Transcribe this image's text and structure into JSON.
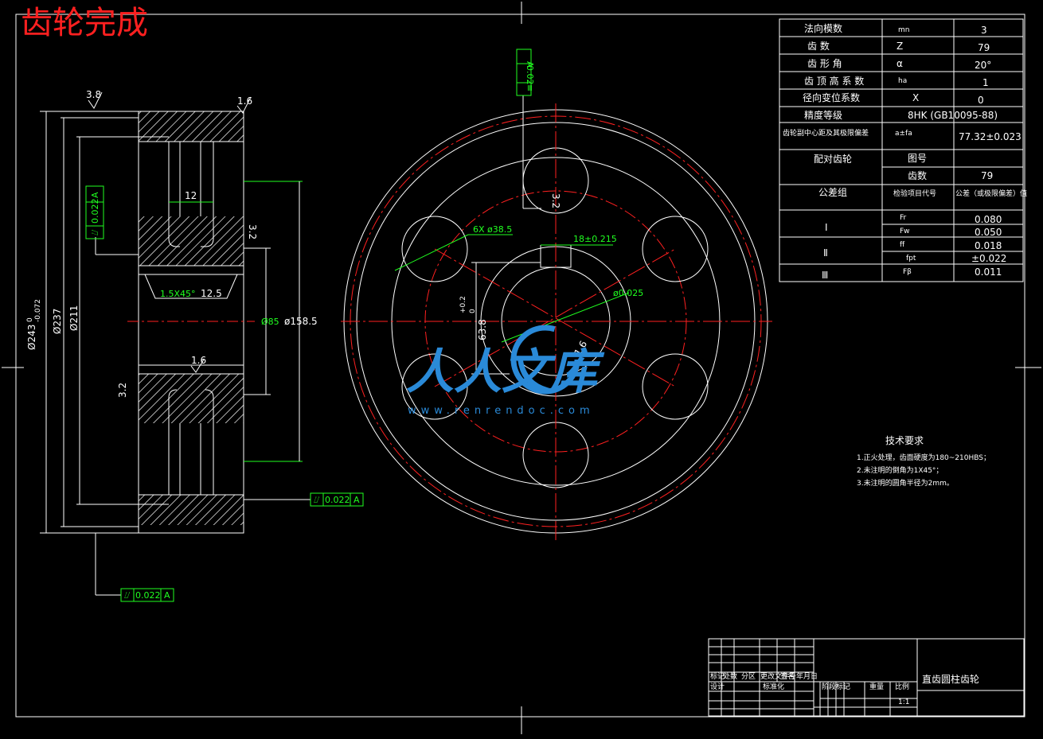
{
  "title": "齿轮完成",
  "side_view": {
    "dims": {
      "od": "Ø243",
      "od_tol_upper": "0",
      "od_tol_lower": "-0.072",
      "d237": "Ø237",
      "d211": "Ø211",
      "d85": "Ø85",
      "d158": "ø158.5",
      "width12": "12",
      "chamfer": "1.5X45°",
      "rough_3_2a": "3.2",
      "rough_3_2b": "3.2",
      "rough_1_6a": "1.6",
      "rough_1_6b": "1.6",
      "rough_3_8": "3.8",
      "rough_12_5": "12.5"
    },
    "tolerances": [
      {
        "symbol": "⌰",
        "value": "0.022",
        "datum": "A"
      },
      {
        "symbol": "⌰",
        "value": "0.022",
        "datum": "A"
      },
      {
        "symbol": "⌰",
        "value": "0.022",
        "datum": "A"
      }
    ]
  },
  "front_view": {
    "holes": "6X ø38.5",
    "keyway_width": "18±0.215",
    "keyway_depth": "63.8",
    "keyway_tol_upper": "+0.2",
    "keyway_tol_lower": "0",
    "bore_tol": "ø0.025",
    "rough_3_2": "3.2",
    "rough_1_6": "1.6",
    "vert_tol": {
      "value": "0.02",
      "datum": "A",
      "symbol": "≡"
    }
  },
  "param_table": {
    "rows": [
      {
        "label": "法向模数",
        "symbol": "mn",
        "value": "3"
      },
      {
        "label": "齿    数",
        "symbol": "Z",
        "value": "79"
      },
      {
        "label": "齿 形 角",
        "symbol": "α",
        "value": "20°"
      },
      {
        "label": "齿 顶 高 系 数",
        "symbol": "ha",
        "value": "1"
      },
      {
        "label": "径向变位系数",
        "symbol": "X",
        "value": "0"
      },
      {
        "label": "精度等级",
        "symbol": "",
        "value": "8HK (GB10095-88)"
      },
      {
        "label": "齿轮副中心距及其极限偏差",
        "symbol": "a±fa",
        "value": "77.32±0.023"
      }
    ],
    "mating": {
      "label": "配对齿轮",
      "fig_no_label": "图号",
      "fig_no_value": "",
      "teeth_label": "齿数",
      "teeth_value": "79"
    },
    "tolerance_group": {
      "header_label": "公差组",
      "header_item": "检验项目代号",
      "header_value": "公差（或极限偏差）值",
      "groups": [
        {
          "name": "Ⅰ",
          "items": [
            {
              "code": "Fr",
              "value": "0.080"
            },
            {
              "code": "Fw",
              "value": "0.050"
            }
          ]
        },
        {
          "name": "Ⅱ",
          "items": [
            {
              "code": "ff",
              "value": "0.018"
            },
            {
              "code": "fpt",
              "value": "±0.022"
            }
          ]
        },
        {
          "name": "Ⅲ",
          "items": [
            {
              "code": "Fβ",
              "value": "0.011"
            }
          ]
        }
      ]
    }
  },
  "tech_req": {
    "title": "技术要求",
    "items": [
      "1.正火处理，齿面硬度为180~210HBS；",
      "2.未注明的倒角为1X45°；",
      "3.未注明的圆角半径为2mm。"
    ]
  },
  "watermark": {
    "text": "人人文库",
    "url": "www.renrendoc.com"
  },
  "title_block": {
    "name": "直齿圆柱齿轮",
    "scale": "1:1",
    "labels": [
      "标记",
      "处数",
      "分区",
      "更改文件号",
      "签名",
      "年月日",
      "设计",
      "标准化",
      "阶段标记",
      "重量",
      "比例"
    ]
  },
  "colors": {
    "background": "#000000",
    "line": "#ffffff",
    "center": "#ff2020",
    "dim": "#20ff20",
    "watermark": "#2a8ad8"
  }
}
